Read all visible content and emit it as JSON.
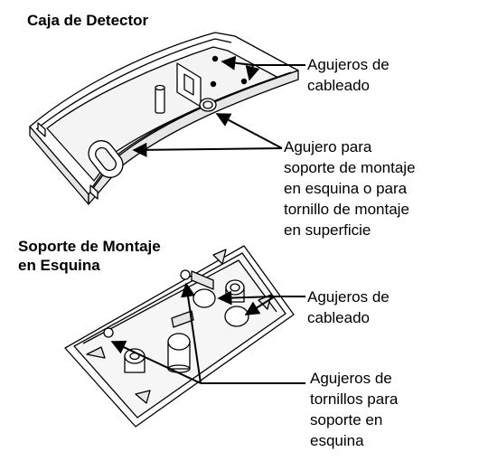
{
  "sections": [
    {
      "title": "Caja de Detector"
    },
    {
      "title_lines": [
        "Soporte de Montaje",
        "en Esquina"
      ]
    }
  ],
  "callouts": [
    {
      "lines": [
        "Agujeros de",
        "cableado"
      ]
    },
    {
      "lines": [
        "Agujero para",
        "soporte de montaje",
        "en esquina o para",
        "tornillo de montaje",
        "en superficie"
      ]
    },
    {
      "lines": [
        "Agujeros de",
        "cableado"
      ]
    },
    {
      "lines": [
        "Agujeros de",
        "tornillos para",
        "soporte en",
        "esquina"
      ]
    }
  ],
  "colors": {
    "stroke": "#000000",
    "body": "#ffffff",
    "shade": "#e6e6e6"
  }
}
